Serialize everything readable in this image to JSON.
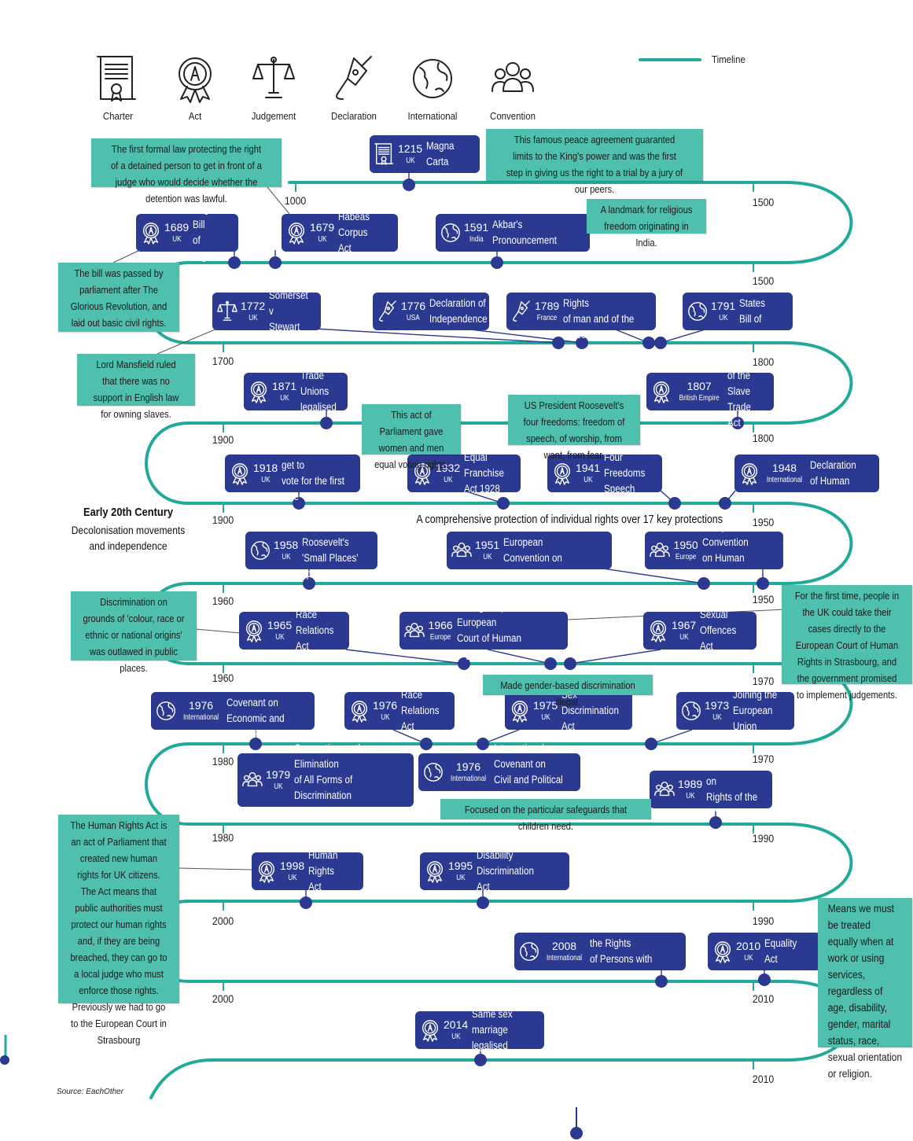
{
  "legend": {
    "items": [
      {
        "icon": "charter-icon",
        "label": "Charter"
      },
      {
        "icon": "act-icon",
        "label": "Act"
      },
      {
        "icon": "judgement-icon",
        "label": "Judgement"
      },
      {
        "icon": "declaration-icon",
        "label": "Declaration"
      },
      {
        "icon": "international-icon",
        "label": "International"
      },
      {
        "icon": "convention-icon",
        "label": "Convention"
      }
    ],
    "timeline_label": "Timeline"
  },
  "colors": {
    "track": "#21aa9a",
    "event": "#2b3990",
    "note": "#4fbfae"
  },
  "events": [
    {
      "year": "1215",
      "region": "UK",
      "title": "Magna Carta",
      "icon": "charter"
    },
    {
      "year": "1689",
      "region": "UK",
      "title": "English Bill\nof Rights",
      "icon": "act"
    },
    {
      "year": "1679",
      "region": "UK",
      "title": "Habeas Corpus\nAct",
      "icon": "act"
    },
    {
      "year": "1591",
      "region": "India",
      "title": "Akbar's Pronouncement",
      "icon": "international"
    },
    {
      "year": "1772",
      "region": "UK",
      "title": "Somerset v\nStewart",
      "icon": "judgement"
    },
    {
      "year": "1776",
      "region": "USA",
      "title": "Declaration of\nIndependence",
      "icon": "declaration"
    },
    {
      "year": "1789",
      "region": "France",
      "title": "Declaration of the Rights\nof man and of the Citizen",
      "icon": "declaration"
    },
    {
      "year": "1791",
      "region": "UK",
      "title": "United States\nBill of Rights",
      "icon": "international"
    },
    {
      "year": "1871",
      "region": "UK",
      "title": "Trade Unions\nlegalised",
      "icon": "act"
    },
    {
      "year": "1807",
      "region": "British Empire",
      "title": "Abolition of the\nSlave Trade Act",
      "icon": "act"
    },
    {
      "year": "1918",
      "region": "UK",
      "title": "Some women get to\nvote for the first time",
      "icon": "act"
    },
    {
      "year": "1932",
      "region": "UK",
      "title": "Equal Franchise\nAct 1928",
      "icon": "act"
    },
    {
      "year": "1941",
      "region": "UK",
      "title": "Four Freedoms\nSpeech",
      "icon": "act"
    },
    {
      "year": "1948",
      "region": "International",
      "title": "Universal Declaration\nof Human Rights",
      "icon": "act"
    },
    {
      "year": "1958",
      "region": "UK",
      "title": "Eleanor Roosevelt's\n'Small Places' speech",
      "icon": "international"
    },
    {
      "year": "1951",
      "region": "UK",
      "title": "UK ratifies the European\nConvention on Human Rights",
      "icon": "convention"
    },
    {
      "year": "1950",
      "region": "Europe",
      "title": "European Convention\non Human Rights",
      "icon": "convention"
    },
    {
      "year": "1965",
      "region": "UK",
      "title": "Race Relations\nAct",
      "icon": "act"
    },
    {
      "year": "1966",
      "region": "Europe",
      "title": "UK signs up to the European\nCourt of Human Rights",
      "icon": "convention"
    },
    {
      "year": "1967",
      "region": "UK",
      "title": "Sexual\nOffences Act",
      "icon": "act"
    },
    {
      "year": "1976",
      "region": "International",
      "title": "International Covenant on\nEconomic and Social Rights",
      "icon": "international"
    },
    {
      "year": "1976",
      "region": "UK",
      "title": "Race Relations\nAct",
      "icon": "act"
    },
    {
      "year": "1975",
      "region": "UK",
      "title": "Sex Discrimination\nAct",
      "icon": "act"
    },
    {
      "year": "1973",
      "region": "UK",
      "title": "Joining the\nEuropean Union",
      "icon": "international"
    },
    {
      "year": "1979",
      "region": "UK",
      "title": "Convention on the Elimination\nof All Forms of Discrimination\nagainst Women",
      "icon": "convention"
    },
    {
      "year": "1976",
      "region": "International",
      "title": "International Covenant on\nCivil and Political Rights",
      "icon": "international"
    },
    {
      "year": "1989",
      "region": "UK",
      "title": "Convention on\nRights of the Child",
      "icon": "convention"
    },
    {
      "year": "1998",
      "region": "UK",
      "title": "Human Rights\nAct",
      "icon": "act"
    },
    {
      "year": "1995",
      "region": "UK",
      "title": "Disability Discrimination\nAct",
      "icon": "act"
    },
    {
      "year": "2008",
      "region": "International",
      "title": "UN Convention on the Rights\nof Persons with Disabilities",
      "icon": "international"
    },
    {
      "year": "2010",
      "region": "UK",
      "title": "Equality Act",
      "icon": "act"
    },
    {
      "year": "2014",
      "region": "UK",
      "title": "Same sex\nmarriage legalised",
      "icon": "act"
    }
  ],
  "notes": [
    "The first formal law protecting the right of a detained person to get in front of a judge who would decide whether the detention was lawful.",
    "This famous peace agreement guaranted limits to the King's power and was the first step in giving us the right to a trial by a jury of our peers.",
    "A landmark for religious freedom originating in India.",
    "The bill was passed by parliament after The Glorious Revolution, and laid out basic civil rights.",
    "Lord Mansfield ruled that there was no support in English law for owning slaves.",
    "This act of Parliament gave women and men equal voting rights.",
    "US President Roosevelt's four freedoms: freedom of speech, of worship, from want, from fear.",
    "Discrimination on grounds of 'colour, race or ethnic or national origins' was outlawed in public places.",
    "For the first time, people in the UK could take their cases directly to the European Court of Human Rights in Strasbourg, and the government promised to implement judgements.",
    "Made gender-based discrimination illegal.",
    "Focused on the particular safeguards that children need.",
    "The Human Rights Act is an act of Parliament that created new human rights for UK citizens. The Act means that public authorities must protect our human rights and, if they are being breached, they can go to a local judge who must enforce those rights. Previously we had to go to the European Court in Strasbourg",
    "Means we must be treated equally when at work or using services, regardless of age, disability, gender, marital status, race, sexual orientation or religion."
  ],
  "years": [
    "1000",
    "1500",
    "1500",
    "1700",
    "1800",
    "1900",
    "1800",
    "1900",
    "1950",
    "1960",
    "1950",
    "1960",
    "1970",
    "1980",
    "1970",
    "1980",
    "1990",
    "2000",
    "1990",
    "2000",
    "2010",
    "2010"
  ],
  "texts": {
    "early_title": "Early 20th Century",
    "early_sub": "Decolonisation movements\nand independence",
    "udhr_caption": "A comprehensive protection of individual rights over 17 key protections",
    "source": "Source: EachOther"
  }
}
